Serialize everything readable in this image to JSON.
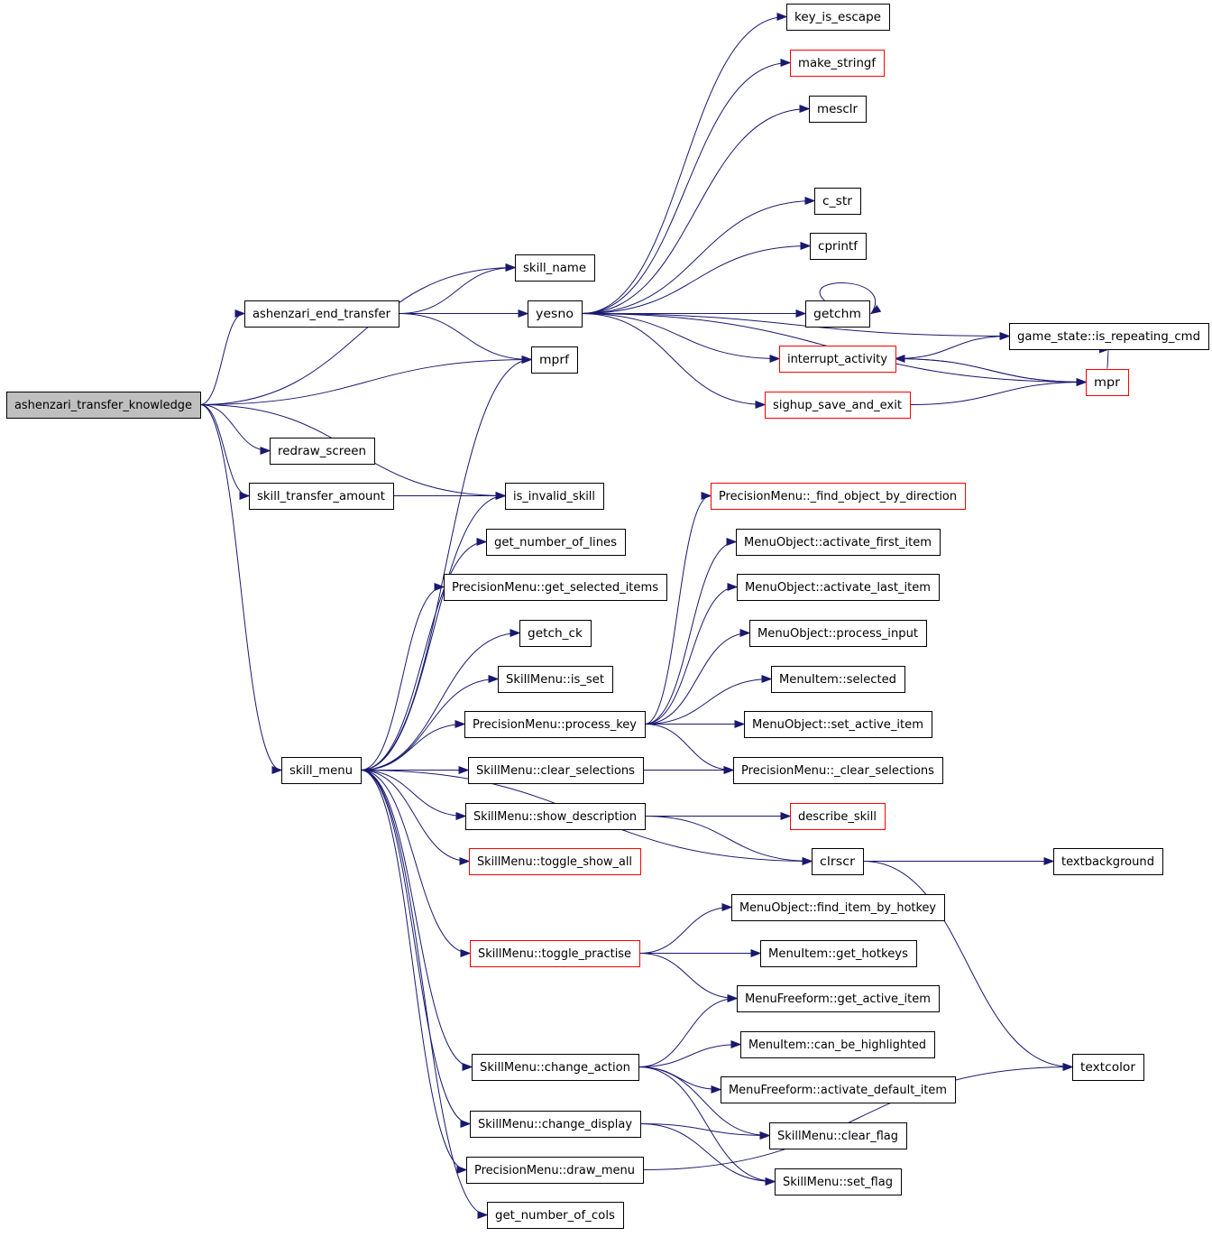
{
  "graph": {
    "edge_color": "#191970",
    "border_color_default": "#000000",
    "border_color_truncated": "#ff0000",
    "root_fill": "#bfbfbf",
    "nodes": [
      {
        "id": "n_ashenzari_transfer_knowledge",
        "label": "ashenzari_transfer_knowledge",
        "border": "black",
        "root": true
      },
      {
        "id": "n_ashenzari_end_transfer",
        "label": "ashenzari_end_transfer",
        "border": "black"
      },
      {
        "id": "n_skill_name",
        "label": "skill_name",
        "border": "black"
      },
      {
        "id": "n_yesno",
        "label": "yesno",
        "border": "black"
      },
      {
        "id": "n_mprf",
        "label": "mprf",
        "border": "black"
      },
      {
        "id": "n_redraw_screen",
        "label": "redraw_screen",
        "border": "black"
      },
      {
        "id": "n_skill_transfer_amount",
        "label": "skill_transfer_amount",
        "border": "black"
      },
      {
        "id": "n_is_invalid_skill",
        "label": "is_invalid_skill",
        "border": "black"
      },
      {
        "id": "n_skill_menu",
        "label": "skill_menu",
        "border": "black"
      },
      {
        "id": "n_key_is_escape",
        "label": "key_is_escape",
        "border": "black"
      },
      {
        "id": "n_make_stringf",
        "label": "make_stringf",
        "border": "red"
      },
      {
        "id": "n_mesclr",
        "label": "mesclr",
        "border": "black"
      },
      {
        "id": "n_c_str",
        "label": "c_str",
        "border": "black"
      },
      {
        "id": "n_cprintf",
        "label": "cprintf",
        "border": "black"
      },
      {
        "id": "n_getchm",
        "label": "getchm",
        "border": "black"
      },
      {
        "id": "n_game_state_is_repeating_cmd",
        "label": "game_state::is_repeating_cmd",
        "border": "black"
      },
      {
        "id": "n_interrupt_activity",
        "label": "interrupt_activity",
        "border": "red"
      },
      {
        "id": "n_mpr",
        "label": "mpr",
        "border": "red"
      },
      {
        "id": "n_sighup_save_and_exit",
        "label": "sighup_save_and_exit",
        "border": "red"
      },
      {
        "id": "n_get_number_of_lines",
        "label": "get_number_of_lines",
        "border": "black"
      },
      {
        "id": "n_precisionmenu_get_selected_items",
        "label": "PrecisionMenu::get_selected_items",
        "border": "black"
      },
      {
        "id": "n_getch_ck",
        "label": "getch_ck",
        "border": "black"
      },
      {
        "id": "n_skillmenu_is_set",
        "label": "SkillMenu::is_set",
        "border": "black"
      },
      {
        "id": "n_precisionmenu_process_key",
        "label": "PrecisionMenu::process_key",
        "border": "black"
      },
      {
        "id": "n_skillmenu_clear_selections",
        "label": "SkillMenu::clear_selections",
        "border": "black"
      },
      {
        "id": "n_skillmenu_show_description",
        "label": "SkillMenu::show_description",
        "border": "black"
      },
      {
        "id": "n_skillmenu_toggle_show_all",
        "label": "SkillMenu::toggle_show_all",
        "border": "red"
      },
      {
        "id": "n_skillmenu_toggle_practise",
        "label": "SkillMenu::toggle_practise",
        "border": "red"
      },
      {
        "id": "n_skillmenu_change_action",
        "label": "SkillMenu::change_action",
        "border": "black"
      },
      {
        "id": "n_skillmenu_change_display",
        "label": "SkillMenu::change_display",
        "border": "black"
      },
      {
        "id": "n_precisionmenu_draw_menu",
        "label": "PrecisionMenu::draw_menu",
        "border": "black"
      },
      {
        "id": "n_get_number_of_cols",
        "label": "get_number_of_cols",
        "border": "black"
      },
      {
        "id": "n_precisionmenu_find_object_by_direction",
        "label": "PrecisionMenu::_find_object_by_direction",
        "border": "red"
      },
      {
        "id": "n_menuobject_activate_first_item",
        "label": "MenuObject::activate_first_item",
        "border": "black"
      },
      {
        "id": "n_menuobject_activate_last_item",
        "label": "MenuObject::activate_last_item",
        "border": "black"
      },
      {
        "id": "n_menuobject_process_input",
        "label": "MenuObject::process_input",
        "border": "black"
      },
      {
        "id": "n_menuitem_selected",
        "label": "MenuItem::selected",
        "border": "black"
      },
      {
        "id": "n_menuobject_set_active_item",
        "label": "MenuObject::set_active_item",
        "border": "black"
      },
      {
        "id": "n_precisionmenu_clear_selections",
        "label": "PrecisionMenu::_clear_selections",
        "border": "black"
      },
      {
        "id": "n_describe_skill",
        "label": "describe_skill",
        "border": "red"
      },
      {
        "id": "n_clrscr",
        "label": "clrscr",
        "border": "black"
      },
      {
        "id": "n_textbackground",
        "label": "textbackground",
        "border": "black"
      },
      {
        "id": "n_menuobject_find_item_by_hotkey",
        "label": "MenuObject::find_item_by_hotkey",
        "border": "black"
      },
      {
        "id": "n_menuitem_get_hotkeys",
        "label": "MenuItem::get_hotkeys",
        "border": "black"
      },
      {
        "id": "n_menufreeform_get_active_item",
        "label": "MenuFreeform::get_active_item",
        "border": "black"
      },
      {
        "id": "n_menuitem_can_be_highlighted",
        "label": "MenuItem::can_be_highlighted",
        "border": "black"
      },
      {
        "id": "n_menufreeform_activate_default_item",
        "label": "MenuFreeform::activate_default_item",
        "border": "black"
      },
      {
        "id": "n_skillmenu_clear_flag",
        "label": "SkillMenu::clear_flag",
        "border": "black"
      },
      {
        "id": "n_skillmenu_set_flag",
        "label": "SkillMenu::set_flag",
        "border": "black"
      },
      {
        "id": "n_textcolor",
        "label": "textcolor",
        "border": "black"
      }
    ],
    "edges": [
      [
        "n_ashenzari_transfer_knowledge",
        "n_skill_name"
      ],
      [
        "n_ashenzari_transfer_knowledge",
        "n_ashenzari_end_transfer"
      ],
      [
        "n_ashenzari_transfer_knowledge",
        "n_mprf"
      ],
      [
        "n_ashenzari_transfer_knowledge",
        "n_is_invalid_skill"
      ],
      [
        "n_ashenzari_transfer_knowledge",
        "n_redraw_screen"
      ],
      [
        "n_ashenzari_transfer_knowledge",
        "n_skill_transfer_amount"
      ],
      [
        "n_ashenzari_transfer_knowledge",
        "n_skill_menu"
      ],
      [
        "n_ashenzari_end_transfer",
        "n_skill_name"
      ],
      [
        "n_ashenzari_end_transfer",
        "n_yesno"
      ],
      [
        "n_ashenzari_end_transfer",
        "n_mprf"
      ],
      [
        "n_skill_transfer_amount",
        "n_is_invalid_skill"
      ],
      [
        "n_yesno",
        "n_key_is_escape"
      ],
      [
        "n_yesno",
        "n_make_stringf"
      ],
      [
        "n_yesno",
        "n_mesclr"
      ],
      [
        "n_yesno",
        "n_game_state_is_repeating_cmd"
      ],
      [
        "n_yesno",
        "n_c_str"
      ],
      [
        "n_yesno",
        "n_cprintf"
      ],
      [
        "n_yesno",
        "n_getchm"
      ],
      [
        "n_yesno",
        "n_interrupt_activity"
      ],
      [
        "n_yesno",
        "n_sighup_save_and_exit"
      ],
      [
        "n_yesno",
        "n_mpr"
      ],
      [
        "n_getchm",
        "n_getchm"
      ],
      [
        "n_interrupt_activity",
        "n_game_state_is_repeating_cmd"
      ],
      [
        "n_interrupt_activity",
        "n_mpr"
      ],
      [
        "n_mpr",
        "n_interrupt_activity"
      ],
      [
        "n_mpr",
        "n_game_state_is_repeating_cmd"
      ],
      [
        "n_sighup_save_and_exit",
        "n_mpr"
      ],
      [
        "n_skill_menu",
        "n_mprf"
      ],
      [
        "n_skill_menu",
        "n_is_invalid_skill"
      ],
      [
        "n_skill_menu",
        "n_get_number_of_lines"
      ],
      [
        "n_skill_menu",
        "n_precisionmenu_get_selected_items"
      ],
      [
        "n_skill_menu",
        "n_getch_ck"
      ],
      [
        "n_skill_menu",
        "n_skillmenu_is_set"
      ],
      [
        "n_skill_menu",
        "n_precisionmenu_process_key"
      ],
      [
        "n_skill_menu",
        "n_skillmenu_clear_selections"
      ],
      [
        "n_skill_menu",
        "n_skillmenu_show_description"
      ],
      [
        "n_skill_menu",
        "n_skillmenu_toggle_show_all"
      ],
      [
        "n_skill_menu",
        "n_clrscr"
      ],
      [
        "n_skill_menu",
        "n_skillmenu_toggle_practise"
      ],
      [
        "n_skill_menu",
        "n_skillmenu_change_action"
      ],
      [
        "n_skill_menu",
        "n_skillmenu_change_display"
      ],
      [
        "n_skill_menu",
        "n_precisionmenu_draw_menu"
      ],
      [
        "n_skill_menu",
        "n_get_number_of_cols"
      ],
      [
        "n_precisionmenu_process_key",
        "n_precisionmenu_find_object_by_direction"
      ],
      [
        "n_precisionmenu_process_key",
        "n_menuobject_activate_first_item"
      ],
      [
        "n_precisionmenu_process_key",
        "n_menuobject_activate_last_item"
      ],
      [
        "n_precisionmenu_process_key",
        "n_menuobject_process_input"
      ],
      [
        "n_precisionmenu_process_key",
        "n_menuitem_selected"
      ],
      [
        "n_precisionmenu_process_key",
        "n_menuobject_set_active_item"
      ],
      [
        "n_precisionmenu_process_key",
        "n_precisionmenu_clear_selections"
      ],
      [
        "n_skillmenu_clear_selections",
        "n_precisionmenu_clear_selections"
      ],
      [
        "n_skillmenu_show_description",
        "n_describe_skill"
      ],
      [
        "n_skillmenu_show_description",
        "n_clrscr"
      ],
      [
        "n_clrscr",
        "n_textbackground"
      ],
      [
        "n_clrscr",
        "n_textcolor"
      ],
      [
        "n_skillmenu_toggle_practise",
        "n_menuobject_find_item_by_hotkey"
      ],
      [
        "n_skillmenu_toggle_practise",
        "n_menuitem_get_hotkeys"
      ],
      [
        "n_skillmenu_toggle_practise",
        "n_menufreeform_get_active_item"
      ],
      [
        "n_skillmenu_change_action",
        "n_menufreeform_get_active_item"
      ],
      [
        "n_skillmenu_change_action",
        "n_menuitem_can_be_highlighted"
      ],
      [
        "n_skillmenu_change_action",
        "n_menufreeform_activate_default_item"
      ],
      [
        "n_skillmenu_change_action",
        "n_skillmenu_clear_flag"
      ],
      [
        "n_skillmenu_change_action",
        "n_skillmenu_set_flag"
      ],
      [
        "n_skillmenu_change_display",
        "n_skillmenu_clear_flag"
      ],
      [
        "n_skillmenu_change_display",
        "n_skillmenu_set_flag"
      ],
      [
        "n_precisionmenu_draw_menu",
        "n_textcolor"
      ]
    ]
  }
}
